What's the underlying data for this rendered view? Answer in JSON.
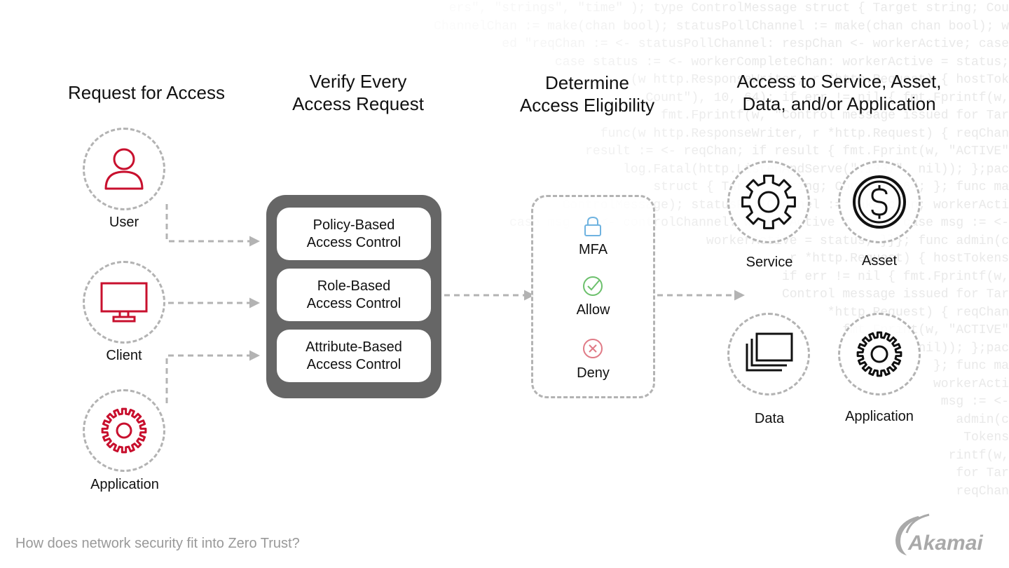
{
  "background_code": [
    "ers\", \"strings\", \"time\" ); type ControlMessage struct { Target string; Cou",
    "ChannelChan := make(chan bool); statusPollChannel := make(chan chan bool); w",
    "ed \"reqChan := <- statusPollChannel: respChan <- workerActive; case",
    "case status := <- workerCompleteChan: workerActive = status;",
    "(w http.ResponseWriter, r *http.Request) { hostTok",
    "Count\"), 10, 64); if err != nil { fmt.Fprintf(w,",
    "fmt.Fprintf(w, \"Control message issued for Tar",
    "func(w http.ResponseWriter, r *http.Request) { reqChan",
    "result := <- reqChan; if result { fmt.Fprint(w, \"ACTIVE\"",
    "log.Fatal(http.ListenAndServe(\":1337\", nil)); };pac",
    "struct { Target string; Count int64; }; func ma",
    "ControlMessage); statusPollChannel := make(chan; workerActi",
    "case msg := <- controlChannel: workerActive = true; case msg := <-",
    "workerActive = status; }}}; func admin(c",
    "r *http.Request) { hostTokens",
    "if err != nil { fmt.Fprintf(w,",
    "Control message issued for Tar",
    "*http.Request) { reqChan",
    "fmt.Fprint(w, \"ACTIVE\"",
    "nil)); };pac",
    "}; func ma",
    "workerActi",
    "msg := <-",
    "admin(c",
    "Tokens",
    "rintf(w,",
    "for Tar",
    "reqChan"
  ],
  "columns": {
    "request": {
      "title": "Request for Access"
    },
    "verify": {
      "title": "Verify Every\nAccess Request"
    },
    "determine": {
      "title": "Determine\nAccess Eligibility"
    },
    "access": {
      "title": "Access to Service, Asset,\nData, and/or Application"
    }
  },
  "requesters": [
    {
      "label": "User",
      "icon": "user-icon"
    },
    {
      "label": "Client",
      "icon": "monitor-icon"
    },
    {
      "label": "Application",
      "icon": "gear-icon"
    }
  ],
  "access_controls": [
    "Policy-Based\nAccess Control",
    "Role-Based\nAccess Control",
    "Attribute-Based\nAccess Control"
  ],
  "eligibility": [
    {
      "label": "MFA",
      "icon": "lock-icon"
    },
    {
      "label": "Allow",
      "icon": "check-circle-icon"
    },
    {
      "label": "Deny",
      "icon": "x-circle-icon"
    }
  ],
  "resources": [
    {
      "label": "Service",
      "icon": "gear-icon"
    },
    {
      "label": "Asset",
      "icon": "dollar-coin-icon"
    },
    {
      "label": "Data",
      "icon": "stacked-windows-icon"
    },
    {
      "label": "Application",
      "icon": "gear-icon"
    }
  ],
  "footer": {
    "caption": "How does network security fit into Zero Trust?"
  },
  "brand": {
    "logo_text": "Akamai"
  },
  "colors": {
    "accent_red": "#c8102e",
    "mfa_blue": "#6fb3e0",
    "allow_green": "#6cc06c",
    "deny_red": "#e07a86",
    "dash_gray": "#b3b3b3",
    "box_gray": "#666666",
    "caption_gray": "#999999"
  }
}
